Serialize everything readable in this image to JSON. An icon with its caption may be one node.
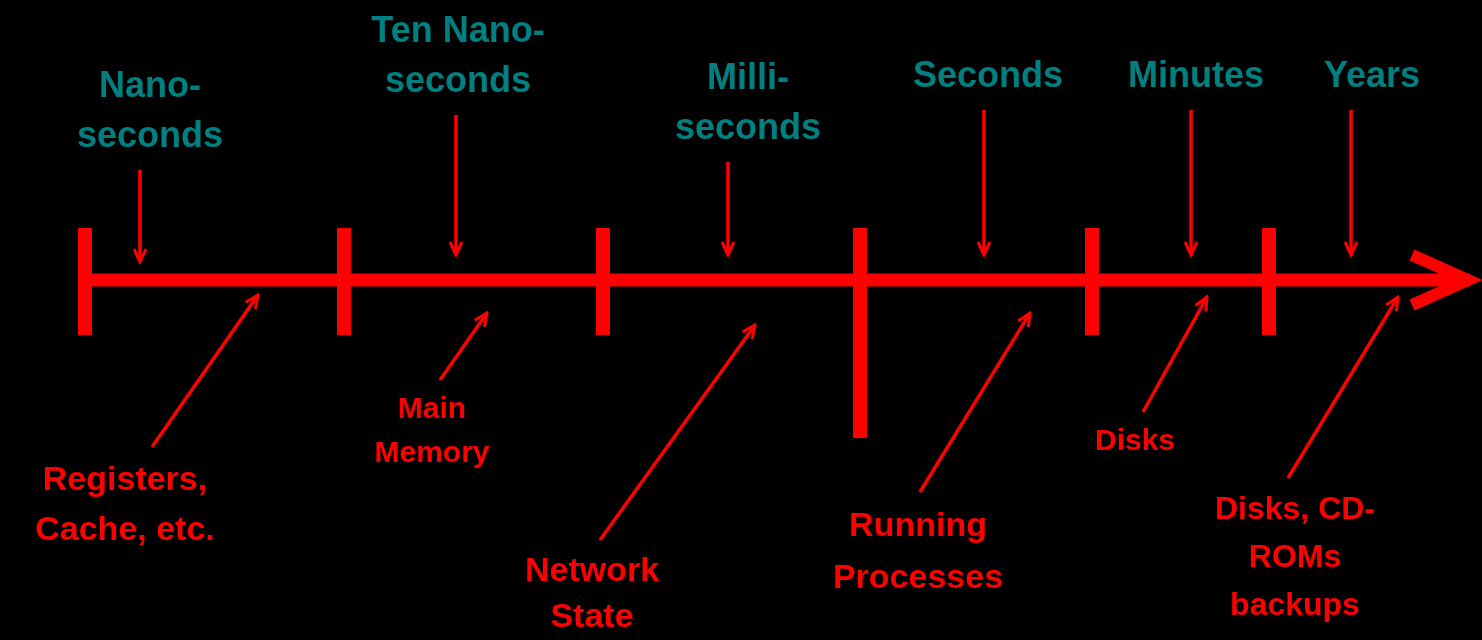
{
  "diagram": {
    "nodes": [
      {
        "text": [
          "Nano- seconds"
        ]
      },
      {
        "text": [
          "Ten Nano- seconds"
        ]
      },
      {
        "text": [
          "Milli- seconds"
        ]
      },
      {
        "text": [
          "Seconds"
        ]
      },
      {
        "text": [
          "Minutes"
        ]
      },
      {
        "text": [
          "Years"
        ]
      },
      {
        "text": [
          "Registers, Cache, etc."
        ]
      },
      {
        "text": [
          "Main Memory"
        ]
      },
      {
        "text": [
          "Network State"
        ]
      },
      {
        "text": [
          "Running Processes"
        ]
      },
      {
        "text": [
          "Disks"
        ]
      },
      {
        "text": [
          "Disks, CD-ROMs backups"
        ]
      }
    ],
    "edges": [
      {
        "from": 0,
        "to": null,
        "arrow": "to"
      },
      {
        "from": 1,
        "to": null,
        "arrow": "to"
      },
      {
        "from": 2,
        "to": null,
        "arrow": "to"
      },
      {
        "from": 3,
        "to": null,
        "arrow": "to"
      },
      {
        "from": 4,
        "to": null,
        "arrow": "to"
      },
      {
        "from": 5,
        "to": null,
        "arrow": "to"
      },
      {
        "from": 6,
        "to": null,
        "arrow": "to"
      },
      {
        "from": 7,
        "to": null,
        "arrow": "to"
      },
      {
        "from": 8,
        "to": null,
        "arrow": "to"
      },
      {
        "from": 9,
        "to": null,
        "arrow": "to"
      },
      {
        "from": 10,
        "to": null,
        "arrow": "to"
      },
      {
        "from": 11,
        "to": null,
        "arrow": "to"
      }
    ]
  }
}
